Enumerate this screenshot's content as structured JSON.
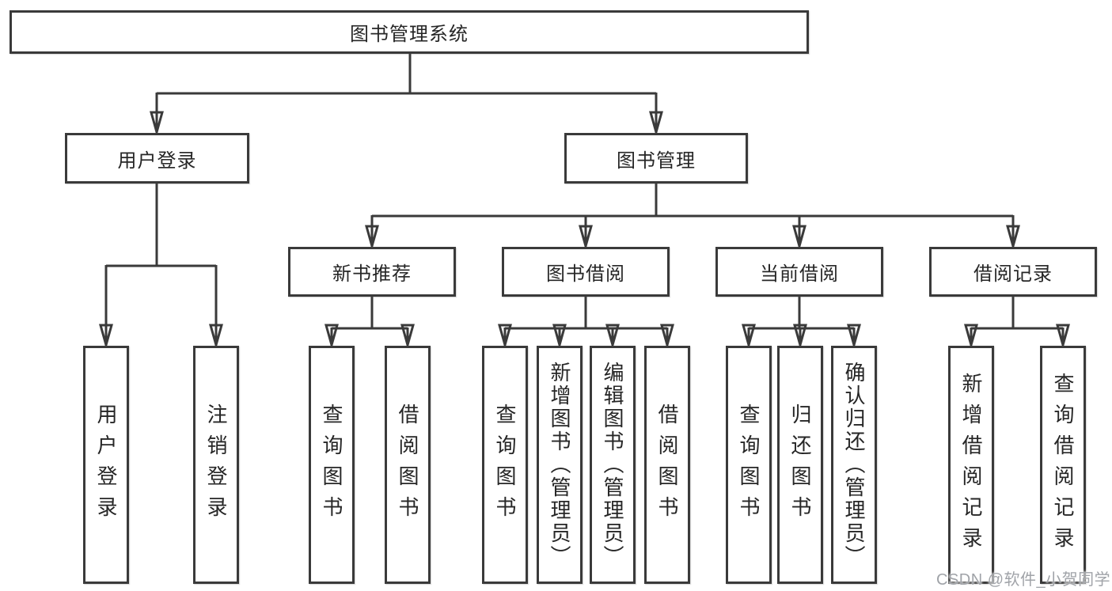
{
  "colors": {
    "background": "#ffffff",
    "line": "#3a3a3a",
    "box_border": "#3a3a3a",
    "text": "#262626",
    "watermark": "#a0a3a8"
  },
  "watermark": {
    "text": "CSDN @软件_小贺同学"
  },
  "tree": {
    "root": {
      "label": "图书管理系统",
      "children": [
        {
          "label": "用户登录",
          "children": [
            {
              "label": "用户登录"
            },
            {
              "label": "注销登录"
            }
          ]
        },
        {
          "label": "图书管理",
          "children": [
            {
              "label": "新书推荐",
              "children": [
                {
                  "label": "查询图书"
                },
                {
                  "label": "借阅图书"
                }
              ]
            },
            {
              "label": "图书借阅",
              "children": [
                {
                  "label": "查询图书"
                },
                {
                  "label": "新增图书（管理员）"
                },
                {
                  "label": "编辑图书（管理员）"
                },
                {
                  "label": "借阅图书"
                }
              ]
            },
            {
              "label": "当前借阅",
              "children": [
                {
                  "label": "查询图书"
                },
                {
                  "label": "归还图书"
                },
                {
                  "label": "确认归还（管理员）"
                }
              ]
            },
            {
              "label": "借阅记录",
              "children": [
                {
                  "label": "新增借阅记录"
                },
                {
                  "label": "查询借阅记录"
                }
              ]
            }
          ]
        }
      ]
    }
  }
}
